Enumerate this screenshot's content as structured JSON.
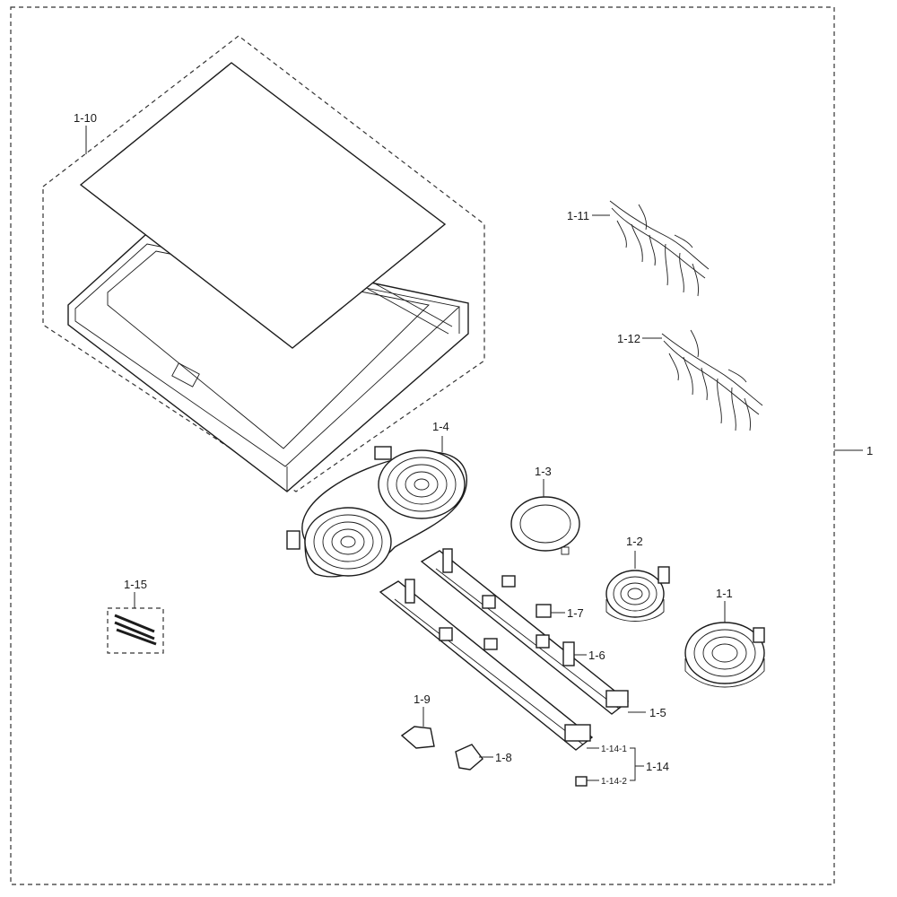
{
  "labels": {
    "assembly": "1",
    "element_1_1": "1-1",
    "element_1_2": "1-2",
    "ring_1_3": "1-3",
    "dual_element_1_4": "1-4",
    "bracket_1_5": "1-5",
    "clip_1_6": "1-6",
    "clip_1_7": "1-7",
    "plate_1_8": "1-8",
    "plate_1_9": "1-9",
    "cooktop_1_10": "1-10",
    "harness_1_11": "1-11",
    "harness_1_12": "1-12",
    "screw_kit_1_14": "1-14",
    "screw_1_14_1": "1-14-1",
    "screw_1_14_2": "1-14-2",
    "rods_1_15": "1-15"
  },
  "colors": {
    "line": "#1c1c1c",
    "background": "#ffffff"
  }
}
